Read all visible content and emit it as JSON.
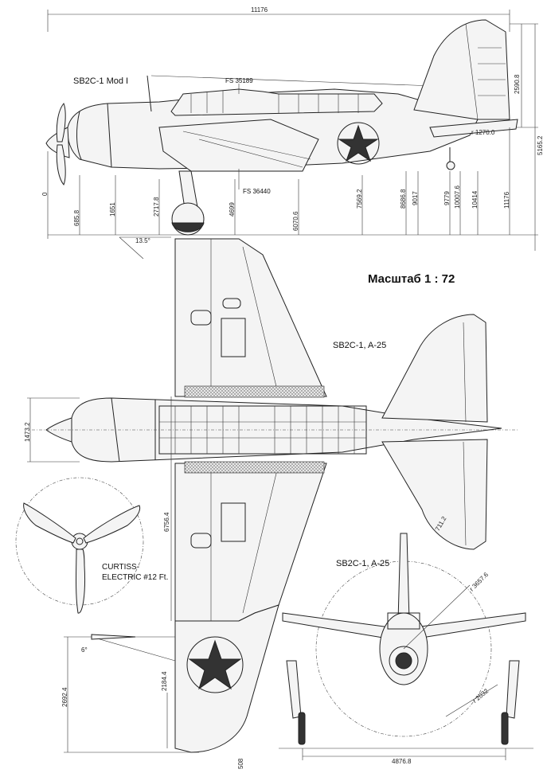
{
  "scale_label": "Масштаб 1 : 72",
  "views": {
    "side": {
      "title": "SB2C-1 Mod I"
    },
    "top": {
      "title": "SB2C-1, A-25"
    },
    "front": {
      "title": "SB2C-1, A-25"
    }
  },
  "propeller": {
    "line1": "CURTISS-",
    "line2": "ELECTRIC #12 Ft."
  },
  "fuselage_stations": {
    "fs1": "FS 35189",
    "fs2": "FS 36440"
  },
  "dimensions": {
    "length_top": "11176",
    "tail_height": "2590.8",
    "overall_height": "5165.2",
    "tail_radius": "r 1270.0",
    "datum": "0",
    "d_685_8": "685.8",
    "d_1651": "1651",
    "d_2717_8": "2717.8",
    "d_4699": "4699",
    "d_6070_6": "6070.6",
    "d_7569_2": "7569.2",
    "d_8686_8": "8686.8",
    "d_9017": "9017",
    "d_9779": "9779",
    "d_10007_6": "10007.6",
    "d_10414": "10414",
    "d_11176": "11176",
    "angle_13_5": "13.5°",
    "width_1473_2": "1473.2",
    "wing_6756_4": "6756.4",
    "stab_711_2": "711.2",
    "prop_radius": "r 3657.6",
    "angle_6": "6°",
    "d_2184_4": "2184.4",
    "d_2692_4": "2692.4",
    "d_508": "508",
    "gear_2032": "r 2032",
    "track_4876_8": "4876.8"
  }
}
